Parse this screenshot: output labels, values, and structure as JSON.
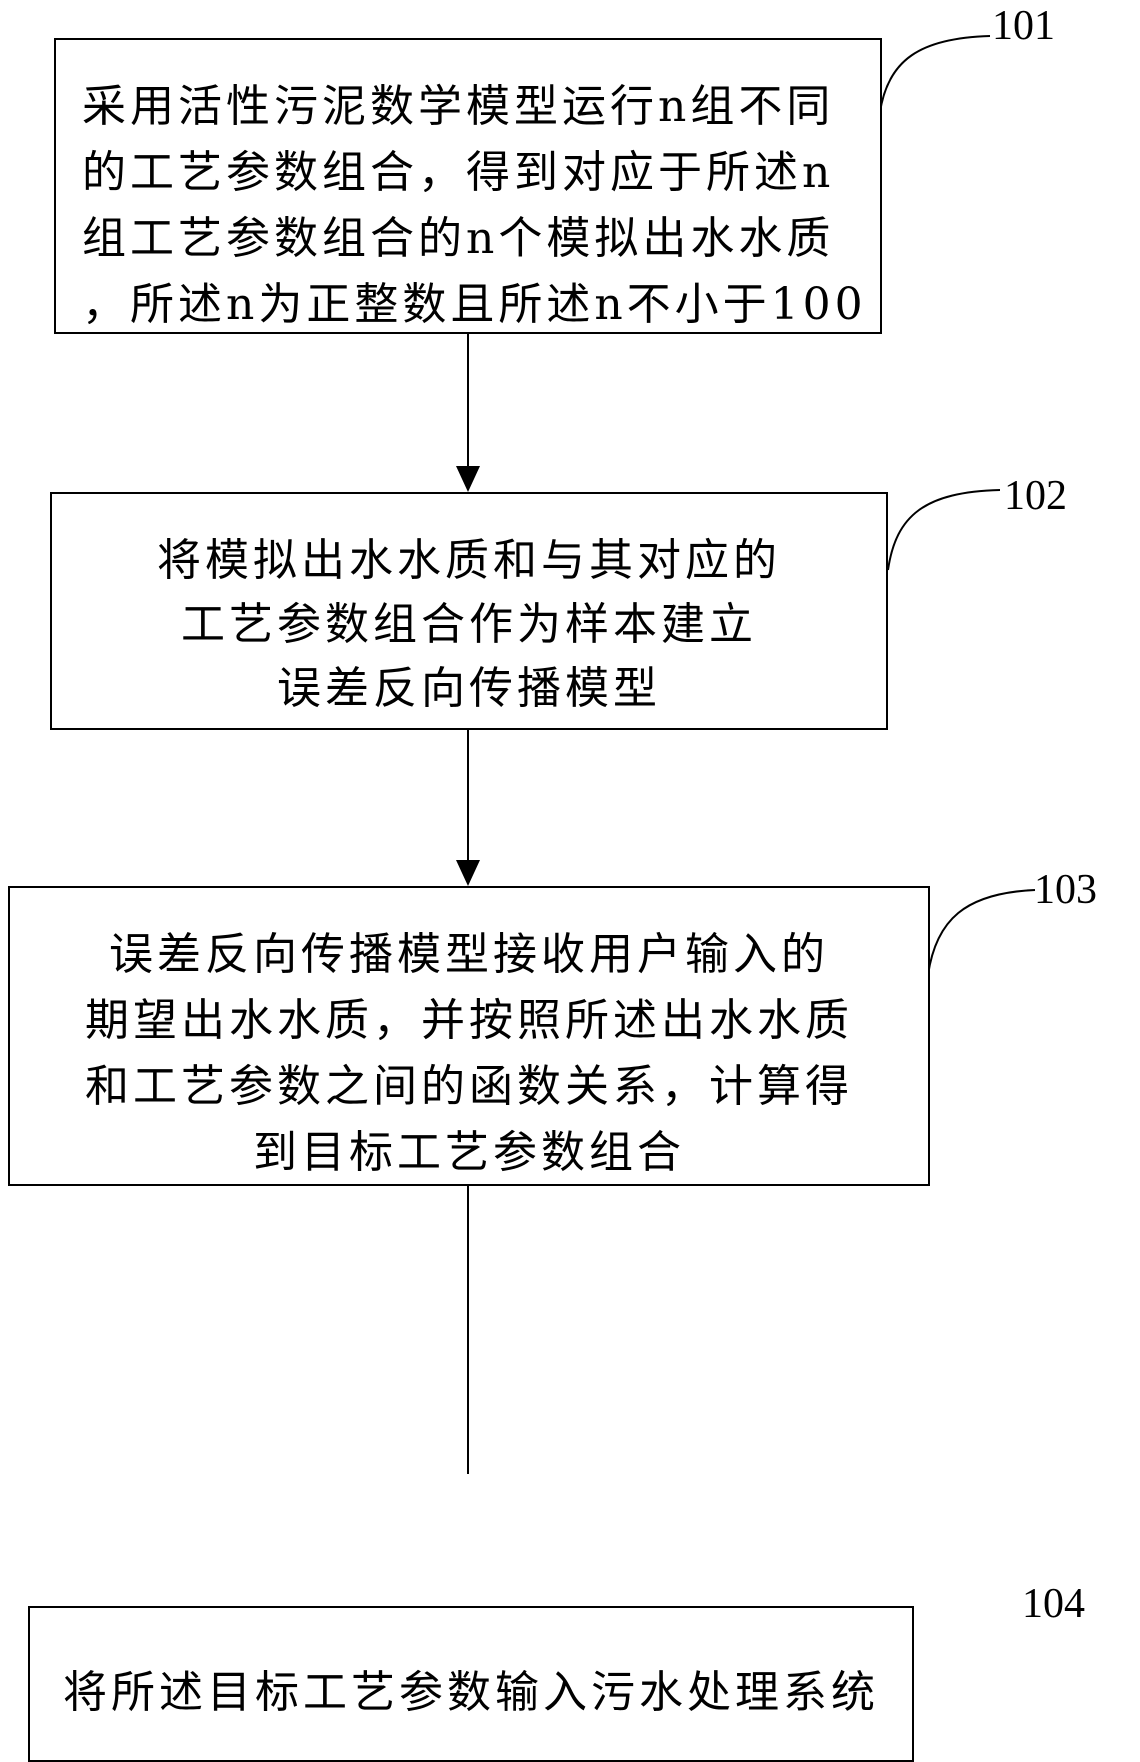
{
  "steps": [
    {
      "id": "101",
      "lines": [
        "采用活性污泥数学模型运行n组不同",
        "的工艺参数组合，得到对应于所述n",
        "组工艺参数组合的n个模拟出水水质",
        "，所述n为正整数且所述n不小于100"
      ]
    },
    {
      "id": "102",
      "lines": [
        "将模拟出水水质和与其对应的",
        "工艺参数组合作为样本建立",
        "误差反向传播模型"
      ]
    },
    {
      "id": "103",
      "lines": [
        "误差反向传播模型接收用户输入的",
        "期望出水水质，并按照所述出水水质",
        "和工艺参数之间的函数关系，计算得",
        "到目标工艺参数组合"
      ]
    },
    {
      "id": "104",
      "lines": [
        "将所述目标工艺参数输入污水处理系统"
      ]
    }
  ]
}
